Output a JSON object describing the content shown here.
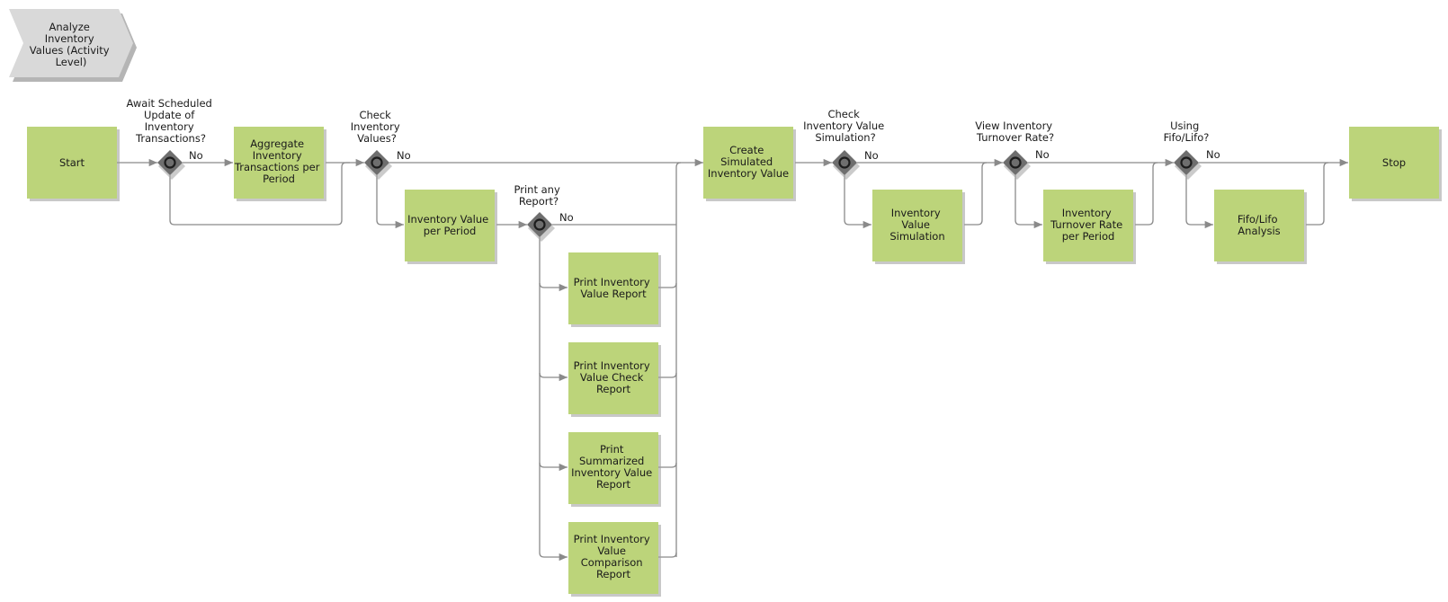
{
  "process": {
    "label": [
      "Analyze",
      "Inventory",
      "Values (Activity",
      "Level)"
    ]
  },
  "tasks": {
    "start": [
      "Start"
    ],
    "aggregate": [
      "Aggregate",
      "Inventory",
      "Transactions per",
      "Period"
    ],
    "value_per_period": [
      "Inventory Value",
      "per Period"
    ],
    "print_value_report": [
      "Print Inventory",
      "Value Report"
    ],
    "print_check_report": [
      "Print Inventory",
      "Value Check",
      "Report"
    ],
    "print_summarized": [
      "Print",
      "Summarized",
      "Inventory Value",
      "Report"
    ],
    "print_comparison": [
      "Print Inventory",
      "Value",
      "Comparison",
      "Report"
    ],
    "create_simulated": [
      "Create",
      "Simulated",
      "Inventory Value"
    ],
    "value_simulation": [
      "Inventory",
      "Value",
      "Simulation"
    ],
    "turnover_rate": [
      "Inventory",
      "Turnover Rate",
      "per Period"
    ],
    "fifo_lifo": [
      "Fifo/Lifo",
      "Analysis"
    ],
    "stop": [
      "Stop"
    ]
  },
  "gateways": {
    "await": [
      "Await Scheduled",
      "Update of",
      "Inventory",
      "Transactions?"
    ],
    "check_values": [
      "Check",
      "Inventory",
      "Values?"
    ],
    "print_any": [
      "Print any",
      "Report?"
    ],
    "check_simulation": [
      "Check",
      "Inventory Value",
      "Simulation?"
    ],
    "view_turnover": [
      "View Inventory",
      "Turnover Rate?"
    ],
    "using_fifo": [
      "Using",
      "Fifo/Lifo?"
    ]
  },
  "edge_labels": {
    "no": "No"
  },
  "colors": {
    "task_fill": "#bcd47a",
    "gateway_fill": "#6e6e6e",
    "connector": "#8a8a8a",
    "process_pill": "#d9d9d9"
  }
}
